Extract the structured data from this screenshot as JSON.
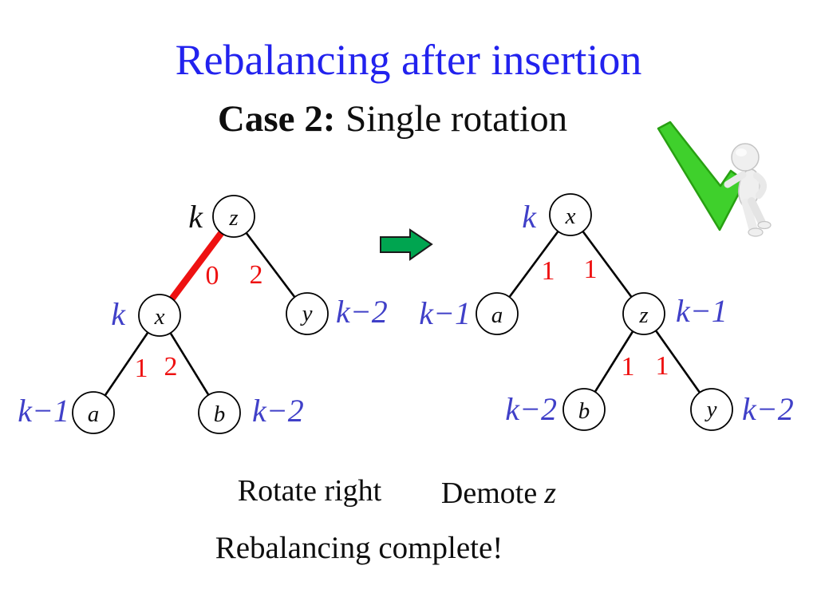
{
  "title": "Rebalancing after insertion",
  "subtitle": {
    "case": "Case 2:",
    "rest": "Single rotation"
  },
  "left_tree": {
    "node_z": "z",
    "node_x": "x",
    "node_y": "y",
    "node_a": "a",
    "node_b": "b",
    "rank_z": "k",
    "rank_x": "k",
    "rank_y": "k−2",
    "rank_a": "k−1",
    "rank_b": "k−2",
    "edge_zx": "0",
    "edge_zy": "2",
    "edge_xa": "1",
    "edge_xb": "2"
  },
  "right_tree": {
    "node_x": "x",
    "node_a": "a",
    "node_z": "z",
    "node_b": "b",
    "node_y": "y",
    "rank_x": "k",
    "rank_a": "k−1",
    "rank_z": "k−1",
    "rank_b": "k−2",
    "rank_y": "k−2",
    "edge_xa": "1",
    "edge_xz": "1",
    "edge_zb": "1",
    "edge_zy": "1"
  },
  "captions": {
    "rotate": "Rotate right",
    "demote_prefix": "Demote",
    "demote_var": "z",
    "complete": "Rebalancing complete!"
  },
  "colors": {
    "title_blue": "#2222ee",
    "label_blue": "#4040c8",
    "red": "#ee1111",
    "arrow_green": "#00a550",
    "check_green": "#3fd02c"
  }
}
